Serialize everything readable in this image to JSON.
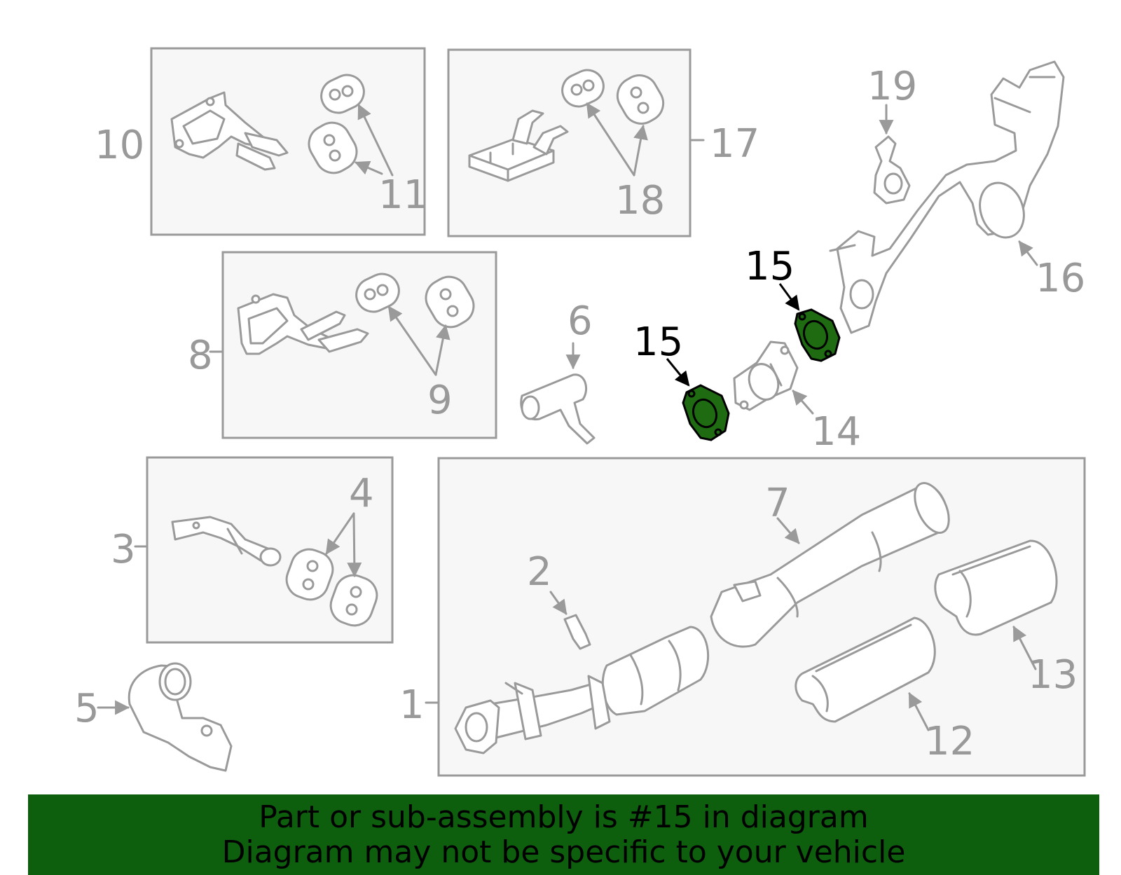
{
  "callouts": {
    "n1": "1",
    "n2": "2",
    "n3": "3",
    "n4": "4",
    "n5": "5",
    "n6": "6",
    "n7": "7",
    "n8": "8",
    "n9": "9",
    "n10": "10",
    "n11": "11",
    "n12": "12",
    "n13": "13",
    "n14": "14",
    "n15a": "15",
    "n15b": "15",
    "n16": "16",
    "n17": "17",
    "n18": "18",
    "n19": "19"
  },
  "highlighted_part": "15",
  "colors": {
    "highlight_fill": "#1f6b12",
    "banner_bg": "#0d5e0d",
    "gray": "#999999"
  },
  "banner": {
    "line1": "Part or sub-assembly is #15 in diagram",
    "line2": "Diagram may not be specific to your vehicle"
  }
}
